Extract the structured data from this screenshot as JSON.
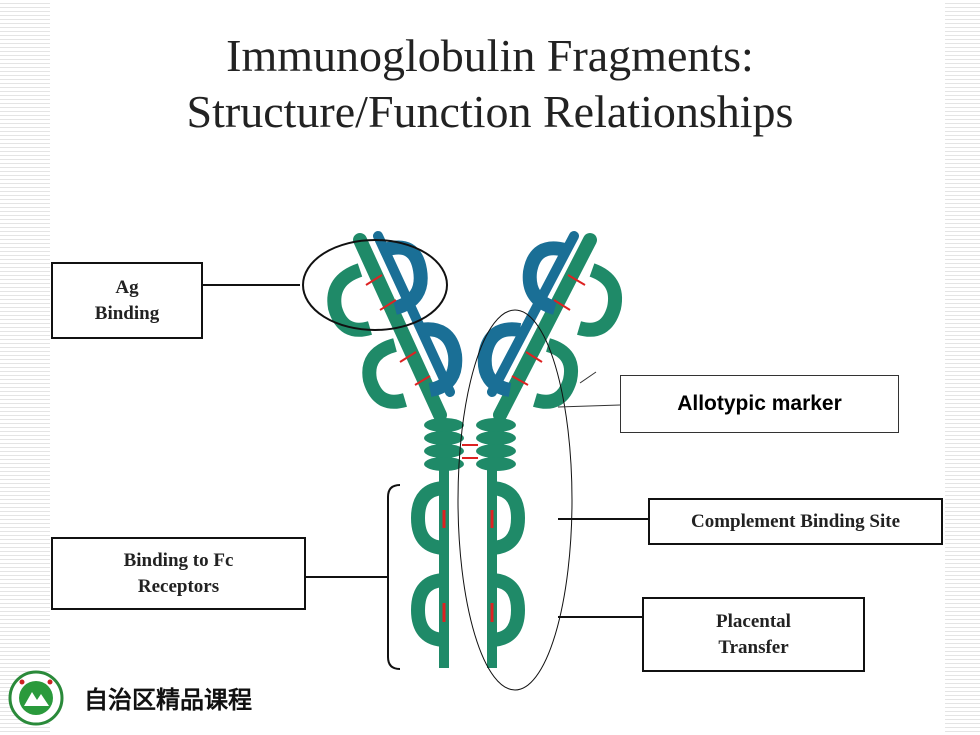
{
  "slide": {
    "title_line1": "Immunoglobulin Fragments:",
    "title_line2": "Structure/Function Relationships"
  },
  "labels": {
    "ag_binding_1": "Ag",
    "ag_binding_2": "Binding",
    "allotypic": "Allotypic  marker",
    "complement": "Complement Binding Site",
    "fc_receptors_1": "Binding to Fc",
    "fc_receptors_2": "Receptors",
    "placental_1": "Placental",
    "placental_2": "Transfer"
  },
  "footer": {
    "course_name": "自治区精品课程",
    "logo_icon": "university-seal-icon"
  },
  "colors": {
    "heavy_chain": "#1f8a68",
    "light_chain": "#1a6f96",
    "disulfide": "#dd2222"
  }
}
